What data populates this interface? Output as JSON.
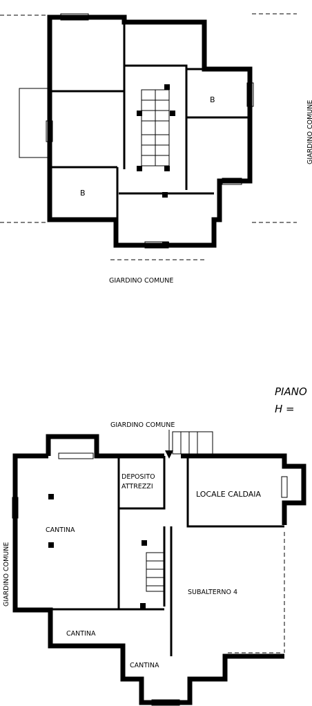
{
  "upper_plan": {
    "room_b_right": "B",
    "room_b_left": "B",
    "garden_right": "GIARDINO COMUNE",
    "garden_bottom": "GIARDINO COMUNE"
  },
  "lower_plan": {
    "floor_title": "PIANO",
    "height_label": "H =",
    "garden_top": "GIARDINO COMUNE",
    "garden_left": "GIARDINO COMUNE",
    "deposito_line1": "DEPOSITO",
    "deposito_line2": "ATTREZZI",
    "locale_caldaia": "LOCALE CALDAIA",
    "cantina_main": "CANTINA",
    "subalterno": "SUBALTERNO 4",
    "cantina_left": "CANTINA",
    "cantina_bottom": "CANTINA"
  }
}
